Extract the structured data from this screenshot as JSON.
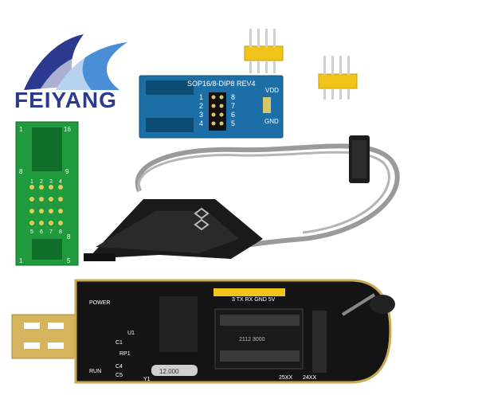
{
  "brand": {
    "name": "FEIYANG",
    "accent": "#2b3a8f",
    "wave_color": "#4a8fd6"
  },
  "adapter_blue": {
    "title": "SOP16/8-DIP8 REV4",
    "vdd": "VDD",
    "gnd": "GND",
    "left_pins": [
      "1",
      "2",
      "3",
      "4"
    ],
    "right_pins": [
      "8",
      "7",
      "6",
      "5"
    ]
  },
  "adapter_green": {
    "top_left": "1",
    "top_right": "16",
    "mid_left": "8",
    "mid_right": "9",
    "grid_top": [
      "1",
      "2",
      "3",
      "4"
    ],
    "grid_bottom": [
      "5",
      "6",
      "7",
      "8"
    ],
    "bottom_left": "1",
    "bottom_right": "8",
    "bottom_mid_right": "5"
  },
  "programmer": {
    "power": "POWER",
    "run": "RUN",
    "rp1": "RP1",
    "header_pins": "3 TX RX GND 5V",
    "socket_25xx": "25XX",
    "socket_24xx": "24XX",
    "ic_label": "2112 3000",
    "crystal": "12.000",
    "c1": "C1",
    "c4": "C4",
    "c5": "C5",
    "u1": "U1",
    "y1": "Y1"
  }
}
